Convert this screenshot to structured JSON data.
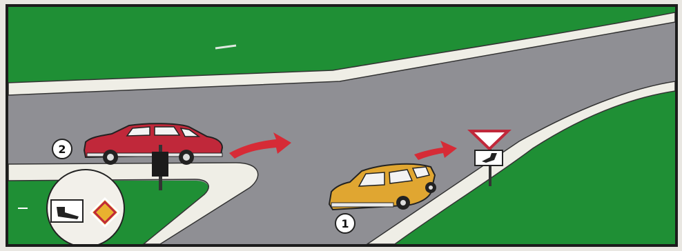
{
  "scene": {
    "vehicles": [
      {
        "id": "car-2",
        "label": "2",
        "color": "#c0283a",
        "direction": "right"
      },
      {
        "id": "car-1",
        "label": "1",
        "color": "#e0a631",
        "direction": "right"
      }
    ],
    "signs": [
      "give-way-sign",
      "priority-road-direction-plate",
      "priority-road-sign",
      "main-road-bend-plate"
    ],
    "colors": {
      "grass": "#1f8f35",
      "road": "#8f8f94",
      "sidewalk": "#efeee6",
      "arrow": "#d62b36"
    }
  }
}
